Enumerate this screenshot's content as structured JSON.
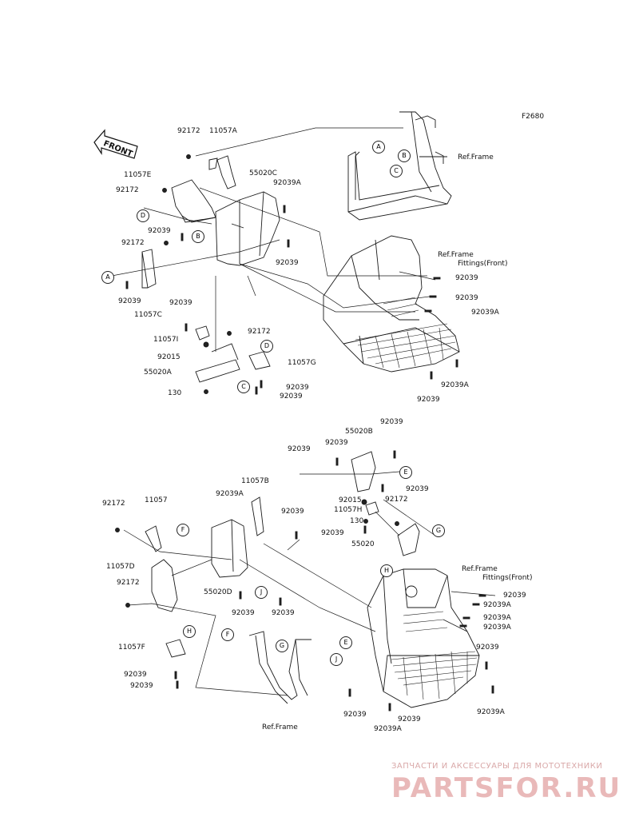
{
  "diagram_code": "F2680",
  "front_label": "FRONT",
  "ref_frame": "Ref.Frame",
  "ref_frame_fittings_line1": "Ref.Frame",
  "ref_frame_fittings_line2": "Fittings(Front)",
  "markers": [
    "A",
    "B",
    "C",
    "D",
    "E",
    "F",
    "G",
    "H",
    "J"
  ],
  "top_parts": {
    "p92172_a": "92172",
    "p11057A": "11057A",
    "p11057E": "11057E",
    "p92172_b": "92172",
    "p55020C": "55020C",
    "p92039A_a": "92039A",
    "p92039_a": "92039",
    "p92172_c": "92172",
    "p92039_b": "92039",
    "p92039_c": "92039",
    "p11057C": "11057C",
    "p92039_d": "92039",
    "p11057I": "11057I",
    "p92172_d": "92172",
    "p92015": "92015",
    "p11057G": "11057G",
    "p55020A": "55020A",
    "p92039_e": "92039",
    "p130": "130",
    "p92039_f": "92039",
    "p92039_g": "92039",
    "p92039_h": "92039",
    "p92039A_b": "92039A",
    "p92039A_c": "92039A",
    "p92039_i": "92039"
  },
  "bottom_parts": {
    "p92039_a": "92039",
    "p55020B": "55020B",
    "p92039_b": "92039",
    "p92039_c": "92039",
    "p92039_d": "92039",
    "p11057B": "11057B",
    "p92172_a": "92172",
    "p11057": "11057",
    "p92039A_a": "92039A",
    "p92039_e": "92039",
    "p92015": "92015",
    "p11057H": "11057H",
    "p92172_b": "92172",
    "p130": "130",
    "p92039_f": "92039",
    "p55020": "55020",
    "p11057D": "11057D",
    "p92172_c": "92172",
    "p55020D": "55020D",
    "p92039_g": "92039",
    "p92039_h": "92039",
    "p11057F": "11057F",
    "p92039_i": "92039",
    "p92039_j": "92039",
    "p92039_k": "92039",
    "p92039A_b": "92039A",
    "p92039A_c": "92039A",
    "p92039A_d": "92039A",
    "p92039_l": "92039",
    "p92039_m": "92039",
    "p92039A_e": "92039A",
    "p92039_n": "92039",
    "p92039A_f": "92039A"
  },
  "watermark": {
    "subtitle": "ЗАПЧАСТИ И АКСЕССУАРЫ ДЛЯ МОТОТЕХНИКИ",
    "brand": "PARTSFOR.RU"
  }
}
